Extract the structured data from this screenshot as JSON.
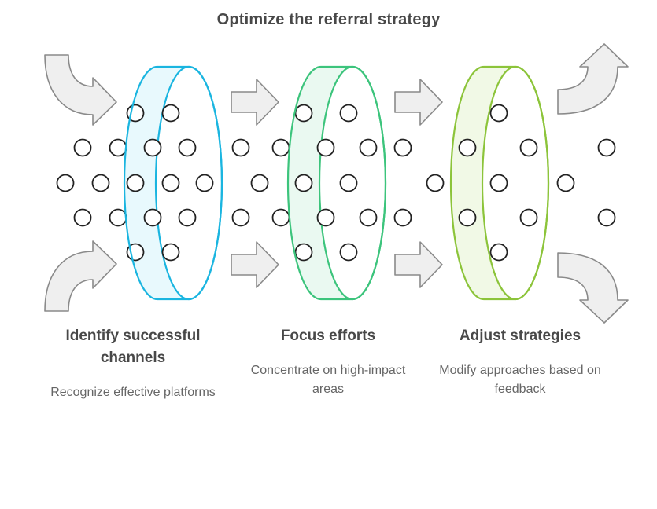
{
  "title": "Optimize the referral strategy",
  "colors": {
    "ring1": "#1ab5e0",
    "ring1_fill": "#e4f8fd",
    "ring2": "#3cc47c",
    "ring2_fill": "#e6f8ee",
    "ring3": "#8cc43a",
    "ring3_fill": "#eff8e2",
    "arrow_fill": "#efefef",
    "arrow_stroke": "#8a8a8a",
    "dot_stroke": "#222222"
  },
  "steps": [
    {
      "title": "Identify successful channels",
      "description": "Recognize effective platforms"
    },
    {
      "title": "Focus efforts",
      "description": "Concentrate on high-impact areas"
    },
    {
      "title": "Adjust strategies",
      "description": "Modify approaches based on feedback"
    }
  ]
}
